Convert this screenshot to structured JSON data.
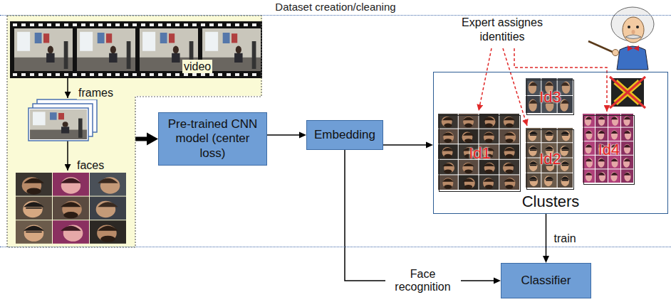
{
  "diagram": {
    "nodes": [
      {
        "text": [
          "Dataset creation/cleaning"
        ]
      },
      {
        "text": [
          "video",
          "frames",
          "faces"
        ],
        "in": 0
      },
      {
        "text": [
          "Pre-trained CNN model (center loss)"
        ],
        "in": 0
      },
      {
        "text": [
          "Embedding"
        ],
        "in": 0
      },
      {
        "text": [
          "Clusters"
        ],
        "in": 0
      },
      {
        "text": [
          "Id1"
        ],
        "in": 4
      },
      {
        "text": [
          "Id3"
        ],
        "in": 4
      },
      {
        "text": [
          "Id2"
        ],
        "in": 4
      },
      {
        "text": [
          "Id4"
        ],
        "in": 4
      },
      {
        "text": [
          "Classifier"
        ]
      }
    ],
    "edges": [
      {
        "from": 1,
        "to": 2,
        "arrow": "to"
      },
      {
        "from": 2,
        "to": 3,
        "arrow": "to"
      },
      {
        "from": 3,
        "to": 4,
        "arrow": "to"
      },
      {
        "from": 4,
        "to": 9,
        "label": "train",
        "arrow": "to"
      },
      {
        "from": 3,
        "to": 9,
        "label": "Face recognition",
        "arrow": "to"
      }
    ],
    "labels": [
      "Expert assignes identities"
    ]
  }
}
